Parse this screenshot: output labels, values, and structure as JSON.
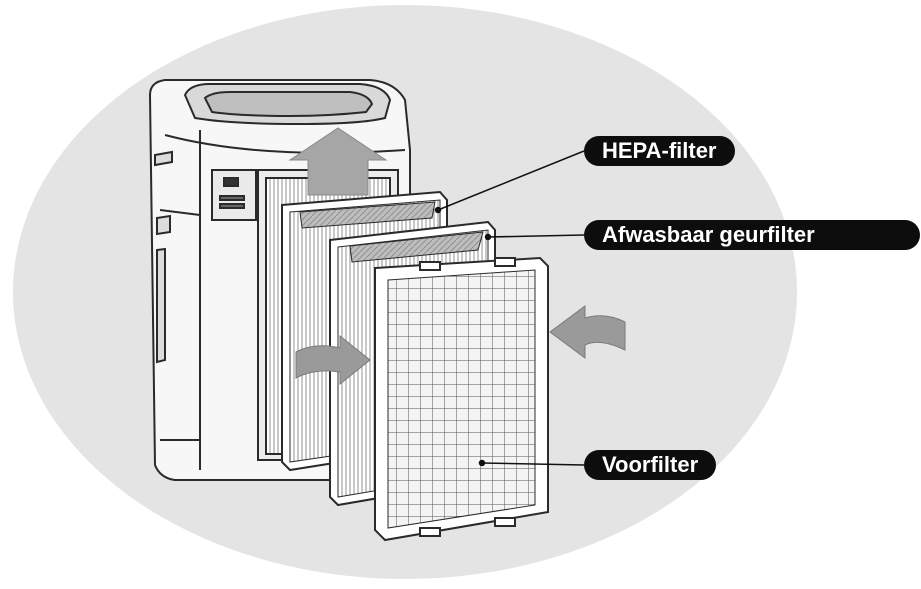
{
  "labels": {
    "hepa": "HEPA-filter",
    "odor": "Afwasbaar geurfilter",
    "pre": "Voorfilter"
  },
  "colors": {
    "background_ellipse": "#e4e4e4",
    "label_bg": "#0d0d0d",
    "label_text": "#ffffff",
    "outline": "#2a2a2a",
    "arrow": "#9a9a9a"
  }
}
